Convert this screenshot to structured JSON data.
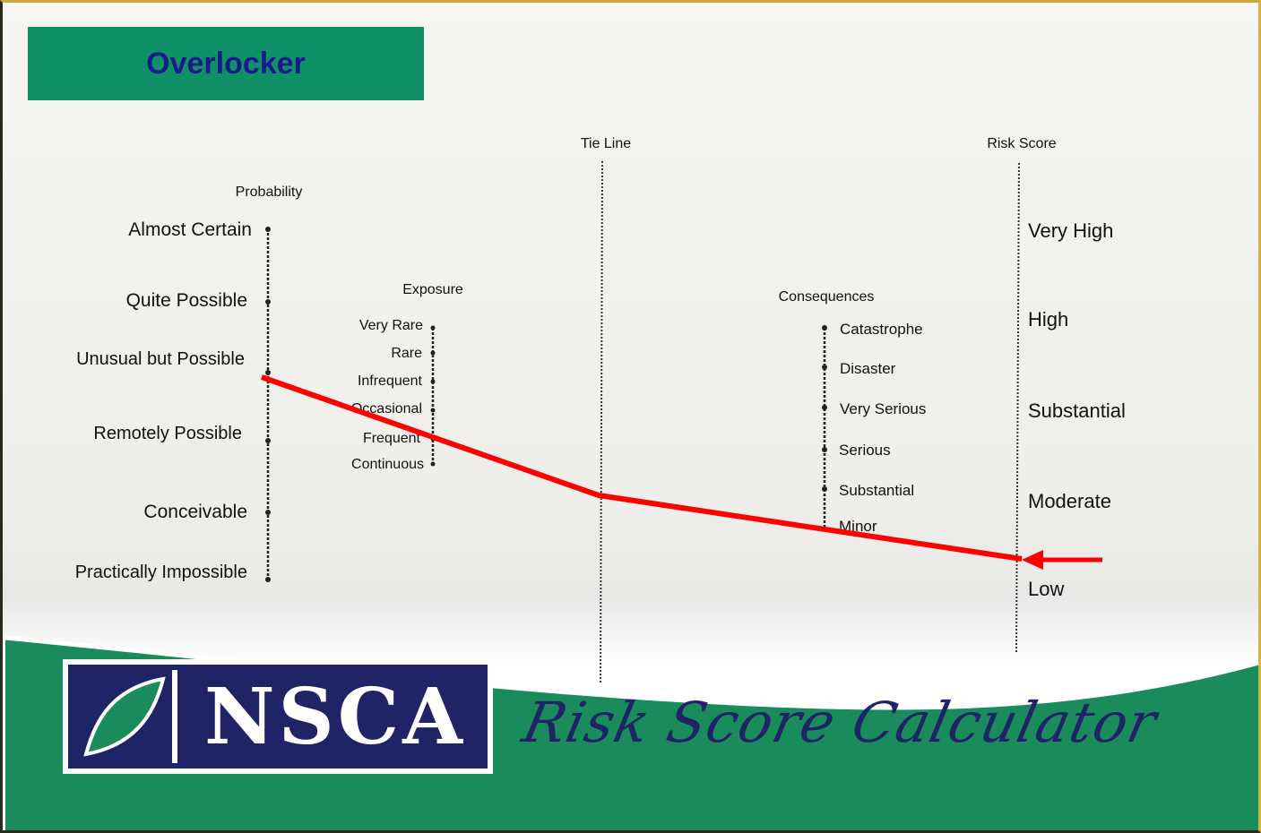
{
  "header": {
    "title": "Overlocker"
  },
  "nomogram": {
    "probability": {
      "heading": "Probability",
      "levels": [
        "Almost Certain",
        "Quite Possible",
        "Unusual but Possible",
        "Remotely Possible",
        "Conceivable",
        "Practically Impossible"
      ]
    },
    "exposure": {
      "heading": "Exposure",
      "levels": [
        "Very Rare",
        "Rare",
        "Infrequent",
        "Occasional",
        "Frequent",
        "Continuous"
      ]
    },
    "tie_line": {
      "heading": "Tie Line"
    },
    "consequences": {
      "heading": "Consequences",
      "levels": [
        "Catastrophe",
        "Disaster",
        "Very Serious",
        "Serious",
        "Substantial",
        "Minor"
      ]
    },
    "risk_score": {
      "heading": "Risk Score",
      "levels": [
        "Very High",
        "High",
        "Substantial",
        "Moderate",
        "Low"
      ]
    },
    "selection": {
      "probability": "Unusual but Possible",
      "result": "Low"
    },
    "colors": {
      "selection_line": "#ff0000",
      "band": "#1a8c5c",
      "brand_navy": "#1f2466"
    }
  },
  "branding": {
    "logo_text": "NSCA",
    "subtitle": "Risk Score Calculator"
  }
}
